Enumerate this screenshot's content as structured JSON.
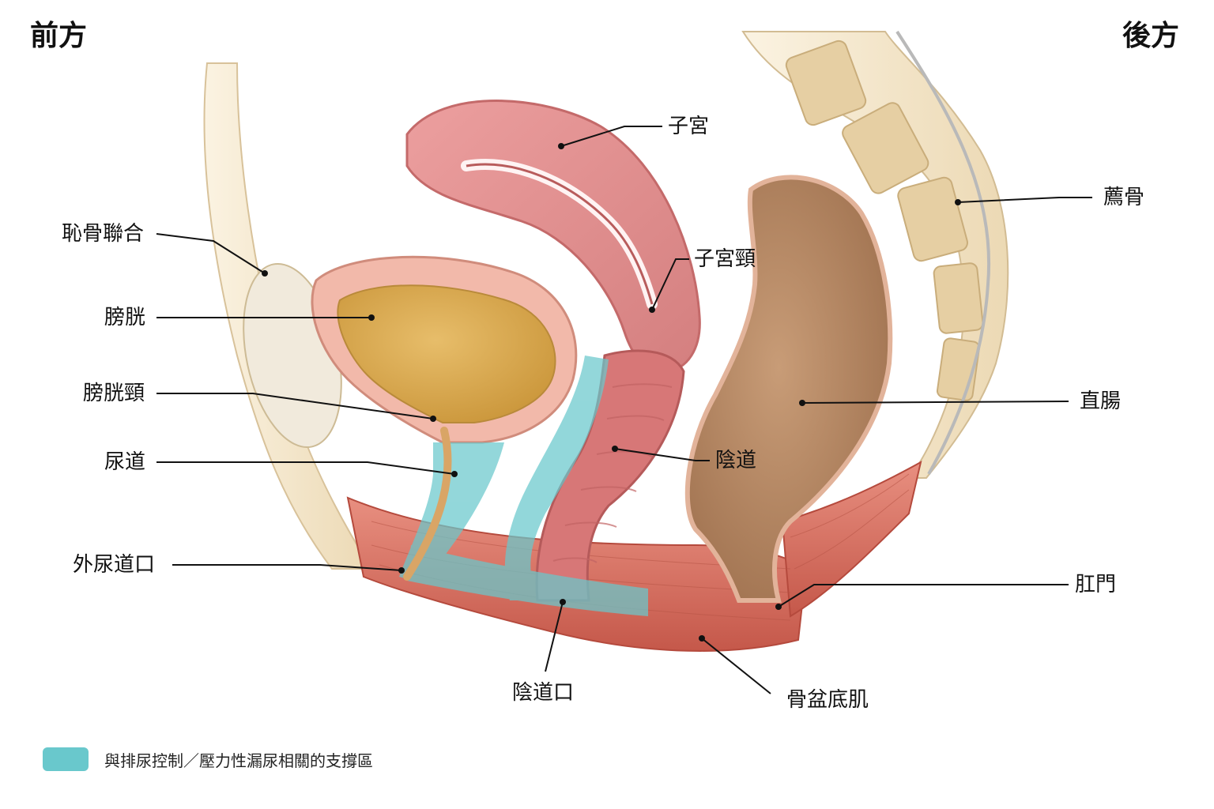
{
  "orientation": {
    "anterior": "前方",
    "posterior": "後方"
  },
  "labels": {
    "uterus": "子宮",
    "cervix": "子宮頸",
    "sacrum": "薦骨",
    "pubic_symphysis": "恥骨聯合",
    "bladder": "膀胱",
    "bladder_neck": "膀胱頸",
    "urethra": "尿道",
    "external_urethral_orifice": "外尿道口",
    "vagina": "陰道",
    "rectum": "直腸",
    "anus": "肛門",
    "vaginal_opening": "陰道口",
    "pelvic_floor_muscles": "骨盆底肌"
  },
  "legend": {
    "text": "與排尿控制／壓力性漏尿相關的支撐區",
    "color": "#69c8cc"
  },
  "colors": {
    "uterus": "#e79a9a",
    "bladder_wall": "#f2b9aa",
    "bladder_urine": "#d8a950",
    "rectum": "#b98a66",
    "muscle": "#d66b5c",
    "bone": "#f3e6cc",
    "support_zone": "#69c8cc"
  }
}
